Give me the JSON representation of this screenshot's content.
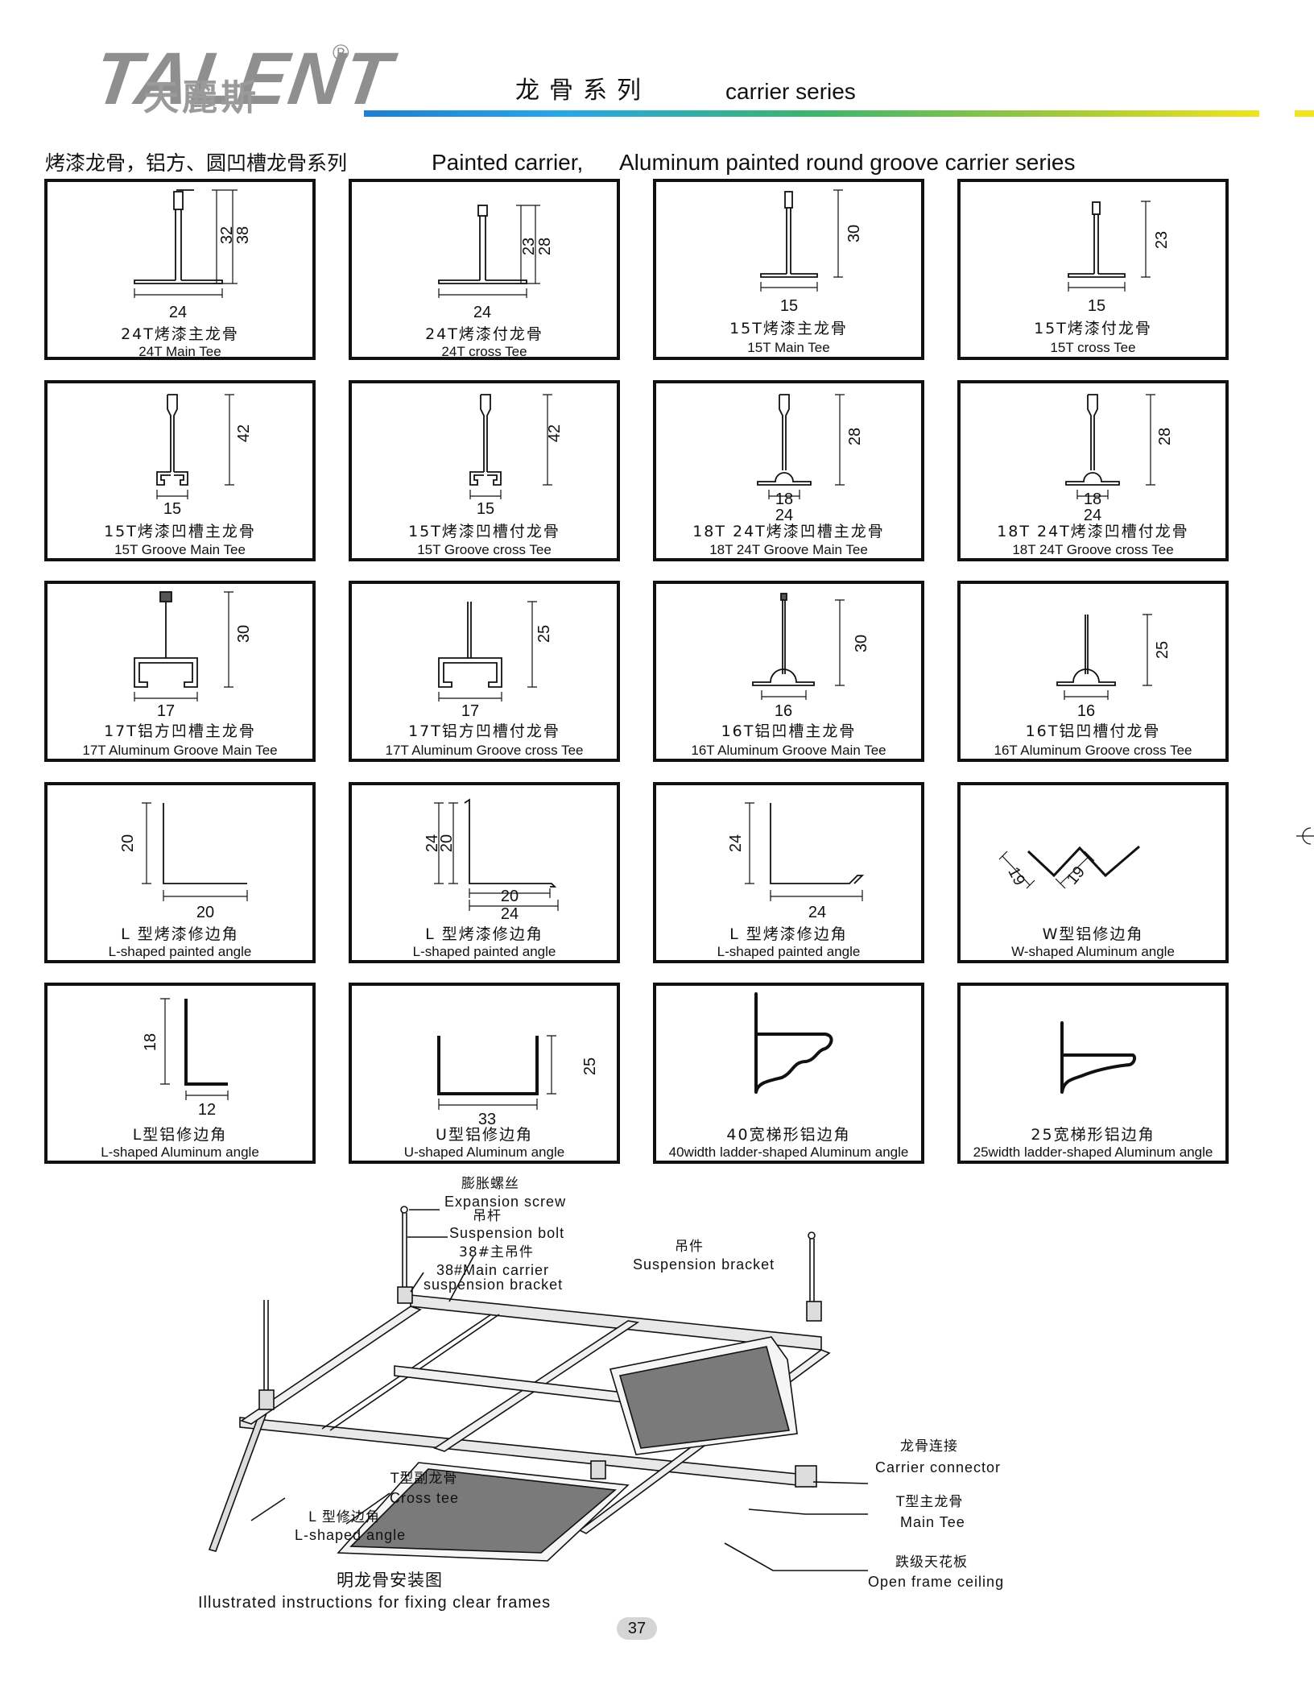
{
  "header": {
    "logo_word": "TALENT",
    "logo_cn": "天麗斯",
    "registered_mark": "®",
    "title_cn": "龙骨系列",
    "title_en": "carrier series"
  },
  "section": {
    "title_cn": "烤漆龙骨，铝方、圆凹槽龙骨系列",
    "title_en_1": "Painted carrier,",
    "title_en_2": "Aluminum painted round groove carrier series"
  },
  "cards": [
    {
      "cn": "24T烤漆主龙骨",
      "en": "24T Main Tee",
      "d": [
        "24",
        "32",
        "38"
      ]
    },
    {
      "cn": "24T烤漆付龙骨",
      "en": "24T cross Tee",
      "d": [
        "24",
        "23",
        "28"
      ]
    },
    {
      "cn": "15T烤漆主龙骨",
      "en": "15T Main Tee",
      "d": [
        "15",
        "30"
      ]
    },
    {
      "cn": "15T烤漆付龙骨",
      "en": "15T cross Tee",
      "d": [
        "15",
        "23"
      ]
    },
    {
      "cn": "15T烤漆凹槽主龙骨",
      "en": "15T Groove Main Tee",
      "d": [
        "15",
        "42"
      ]
    },
    {
      "cn": "15T烤漆凹槽付龙骨",
      "en": "15T Groove cross Tee",
      "d": [
        "15",
        "42"
      ]
    },
    {
      "cn": "18T 24T烤漆凹槽主龙骨",
      "en": "18T 24T Groove Main Tee",
      "d": [
        "18",
        "24",
        "28"
      ]
    },
    {
      "cn": "18T 24T烤漆凹槽付龙骨",
      "en": "18T 24T Groove cross Tee",
      "d": [
        "18",
        "24",
        "28"
      ]
    },
    {
      "cn": "17T铝方凹槽主龙骨",
      "en": "17T Aluminum Groove Main Tee",
      "d": [
        "17",
        "30"
      ]
    },
    {
      "cn": "17T铝方凹槽付龙骨",
      "en": "17T Aluminum  Groove cross Tee",
      "d": [
        "17",
        "25"
      ]
    },
    {
      "cn": "16T铝凹槽主龙骨",
      "en": "16T Aluminum Groove Main Tee",
      "d": [
        "16",
        "30"
      ]
    },
    {
      "cn": "16T铝凹槽付龙骨",
      "en": "16T Aluminum Groove cross Tee",
      "d": [
        "16",
        "25"
      ]
    },
    {
      "cn": "L 型烤漆修边角",
      "en": "L-shaped painted angle",
      "d": [
        "20",
        "20"
      ]
    },
    {
      "cn": "L 型烤漆修边角",
      "en": "L-shaped painted angle",
      "d": [
        "24",
        "20",
        "20",
        "24"
      ]
    },
    {
      "cn": "L 型烤漆修边角",
      "en": "L-shaped painted angle",
      "d": [
        "24",
        "24"
      ]
    },
    {
      "cn": "W型铝修边角",
      "en": "W-shaped Aluminum angle",
      "d": [
        "19",
        "19"
      ]
    },
    {
      "cn": "L型铝修边角",
      "en": "L-shaped Aluminum angle",
      "d": [
        "18",
        "12"
      ]
    },
    {
      "cn": "U型铝修边角",
      "en": "U-shaped Aluminum angle",
      "d": [
        "33",
        "25"
      ]
    },
    {
      "cn": "40宽梯形铝边角",
      "en": "40width ladder-shaped Aluminum angle",
      "d": []
    },
    {
      "cn": "25宽梯形铝边角",
      "en": "25width ladder-shaped Aluminum angle",
      "d": []
    }
  ],
  "install": {
    "expansion_cn": "膨胀螺丝",
    "expansion_en": "Expansion screw",
    "bolt_cn": "吊杆",
    "bolt_en": "Suspension bolt",
    "main_bracket_cn": "38#主吊件",
    "main_bracket_en_1": "38#Main carrier",
    "main_bracket_en_2": "suspension bracket",
    "bracket_cn": "吊件",
    "bracket_en": "Suspension bracket",
    "connector_cn": "龙骨连接",
    "connector_en": "Carrier connector",
    "cross_cn": "T型副龙骨",
    "cross_en": "Cross tee",
    "main_cn": "T型主龙骨",
    "main_en": "Main Tee",
    "angle_cn": "L 型修边角",
    "angle_en": "L-shaped angle",
    "ceiling_cn": "跌级天花板",
    "ceiling_en": "Open frame ceiling",
    "caption_cn": "明龙骨安装图",
    "caption_en": "Illustrated instructions for fixing clear frames"
  },
  "page_number": "37"
}
